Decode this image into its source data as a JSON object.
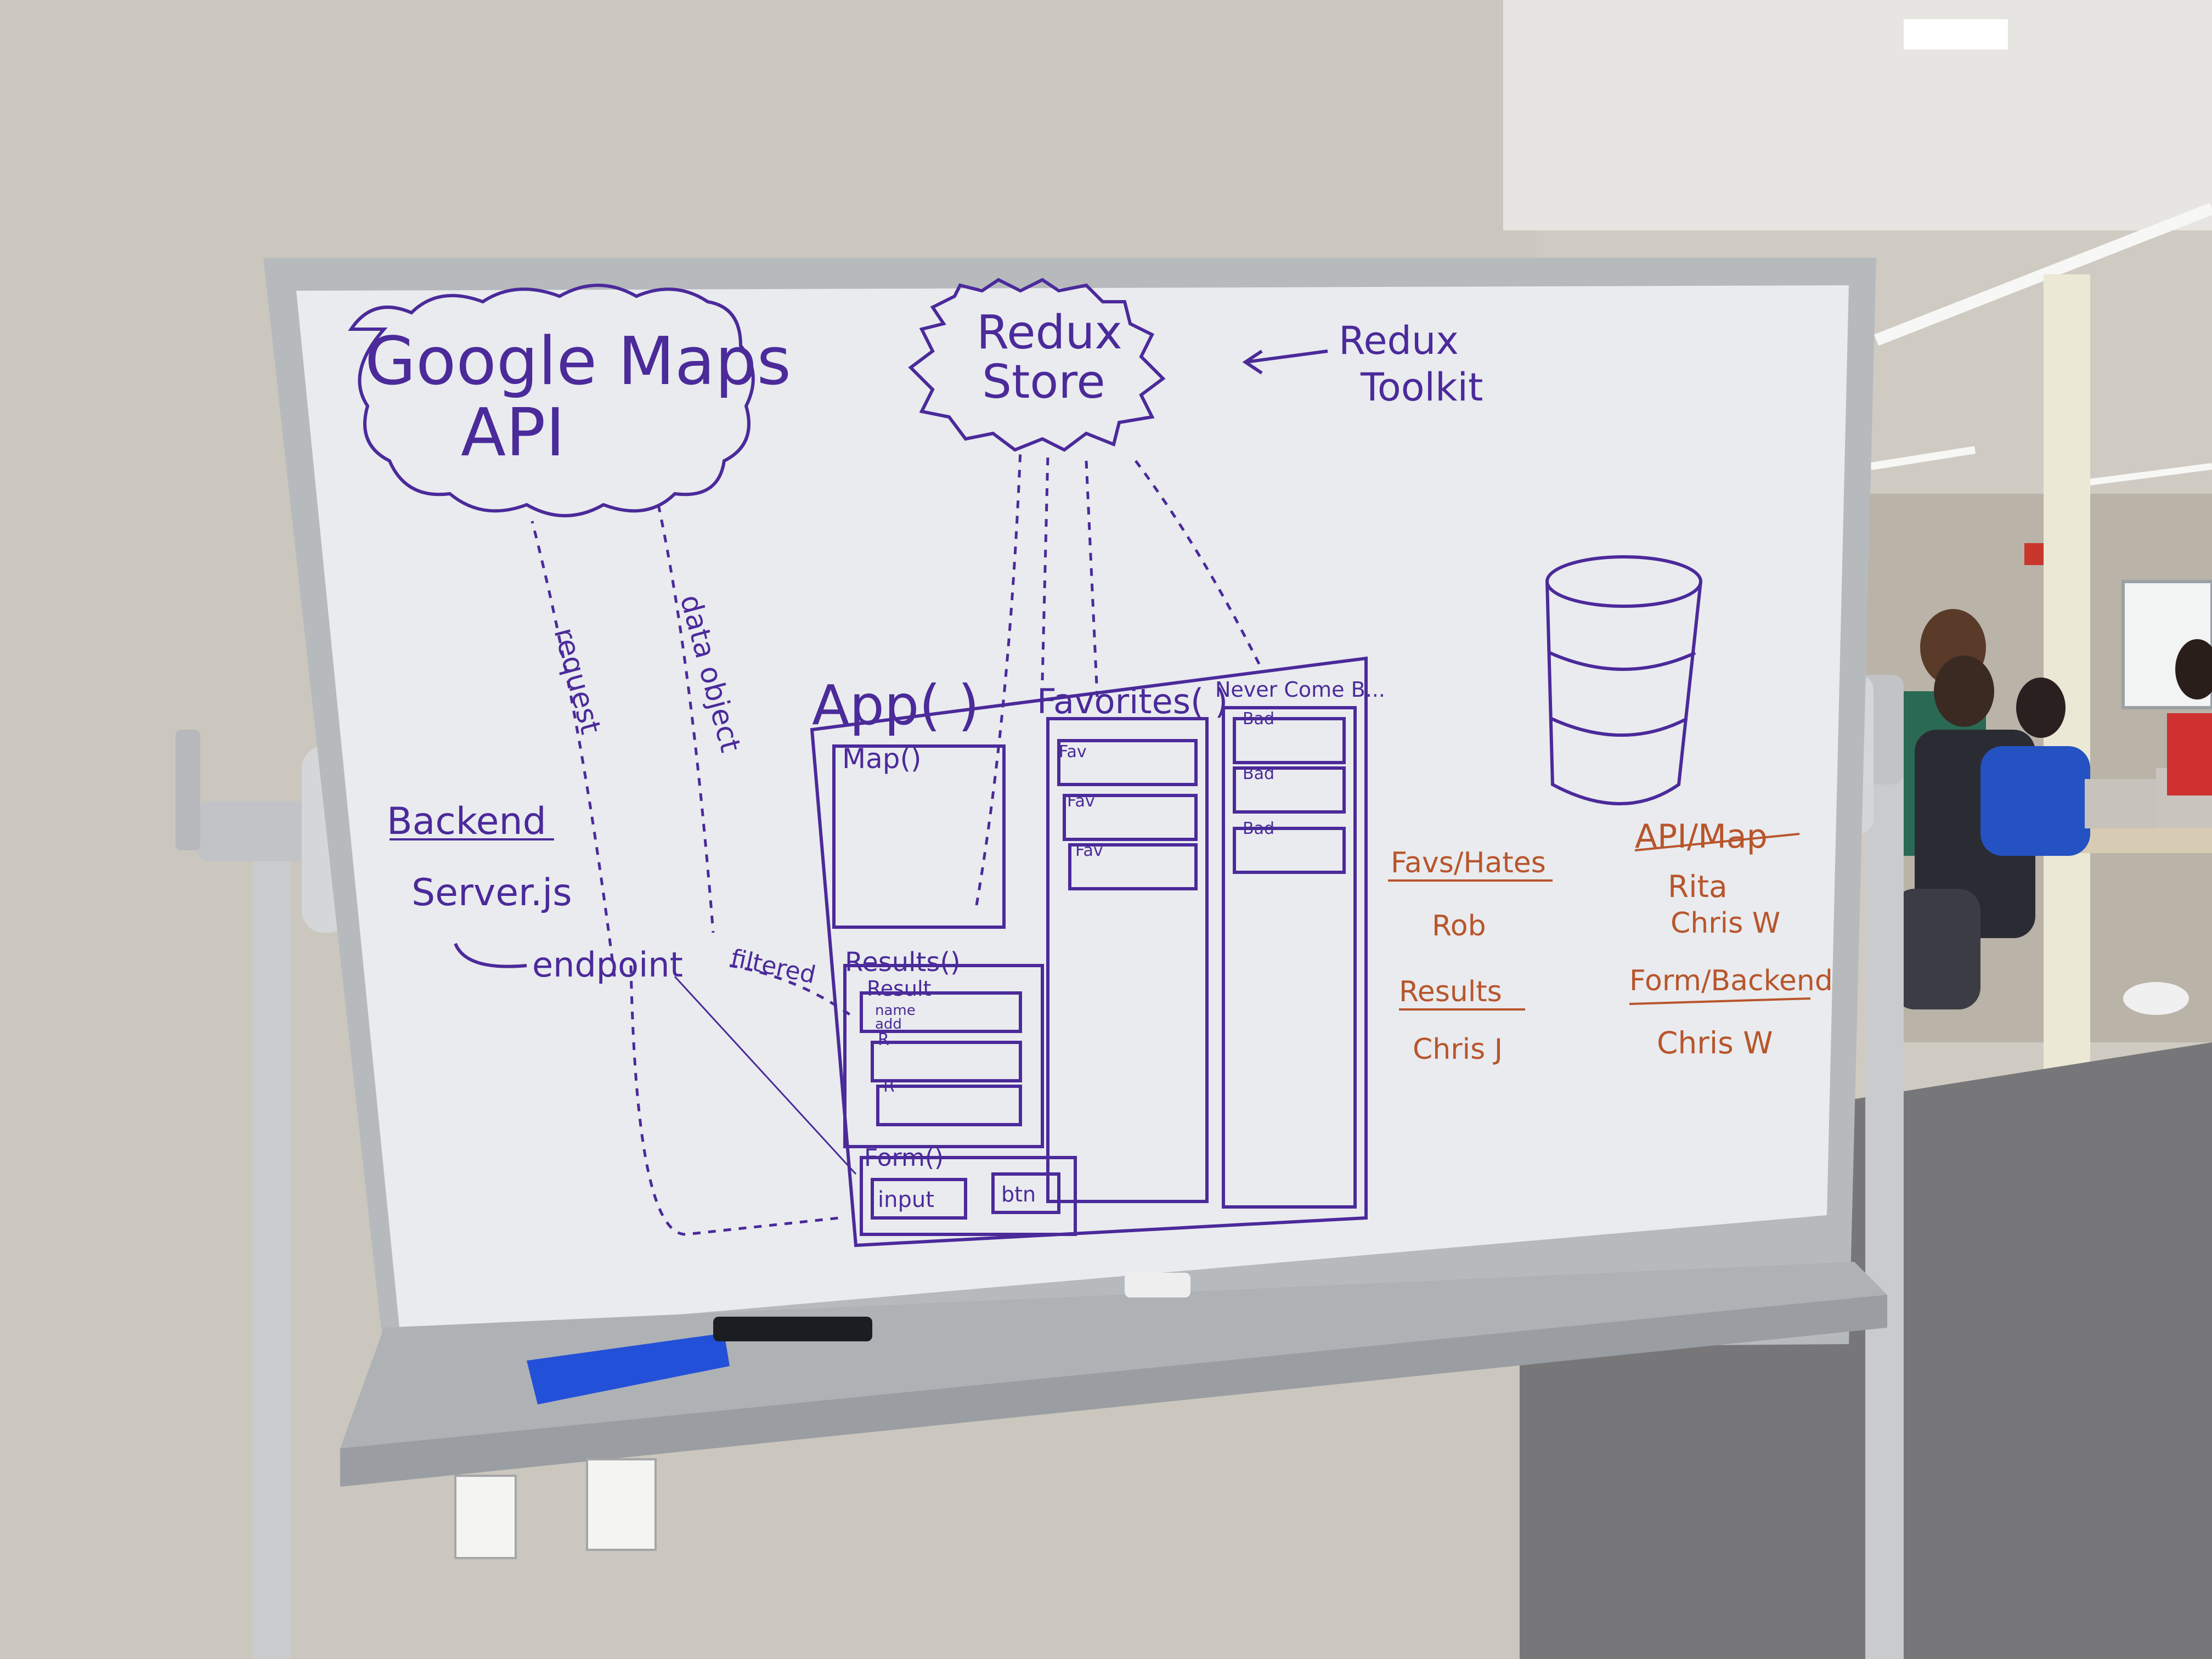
{
  "whiteboard": {
    "google_maps": {
      "line1": "Google Maps",
      "line2": "API"
    },
    "redux_store": {
      "line1": "Redux",
      "line2": "Store"
    },
    "redux_toolkit": {
      "line1": "Redux",
      "line2": "Toolkit"
    },
    "arrows": {
      "request": "request",
      "data_object": "data object",
      "filtered": "filtered"
    },
    "backend": {
      "heading": "Backend",
      "server": "Server.js",
      "endpoint": "endpoint"
    },
    "app": {
      "title": "App( )",
      "map": "Map()",
      "results": "Results()",
      "result": "Result",
      "result_row1_line1": "name",
      "result_row1_line2": "add",
      "result_row_short": "R",
      "form": "Form()",
      "input": "input",
      "button": "btn"
    },
    "favorites": {
      "title": "Favorites( )",
      "items": [
        "Fav",
        "Fav",
        "Fav"
      ]
    },
    "never_come_back": {
      "title": "Never Come B...",
      "items": [
        "Bad",
        "Bad",
        "Bad"
      ]
    },
    "assignments": {
      "favs_hates": {
        "heading": "Favs/Hates",
        "names": [
          "Rob"
        ]
      },
      "results": {
        "heading": "Results",
        "names": [
          "Chris J"
        ]
      },
      "api_map": {
        "heading": "API/Map",
        "names": [
          "Rita",
          "Chris W"
        ]
      },
      "form_backend": {
        "heading": "Form/Backend",
        "names": [
          "Chris W"
        ]
      }
    }
  },
  "colors": {
    "marker_purple": "#4b2a9a",
    "marker_orange": "#b8552c",
    "board_white": "#eceef0",
    "eraser_blue": "#2350d8"
  },
  "icons": [
    "cloud-icon",
    "spiky-cloud-icon",
    "database-icon",
    "eraser-icon",
    "power-outlet-icon",
    "exit-sign-icon"
  ]
}
